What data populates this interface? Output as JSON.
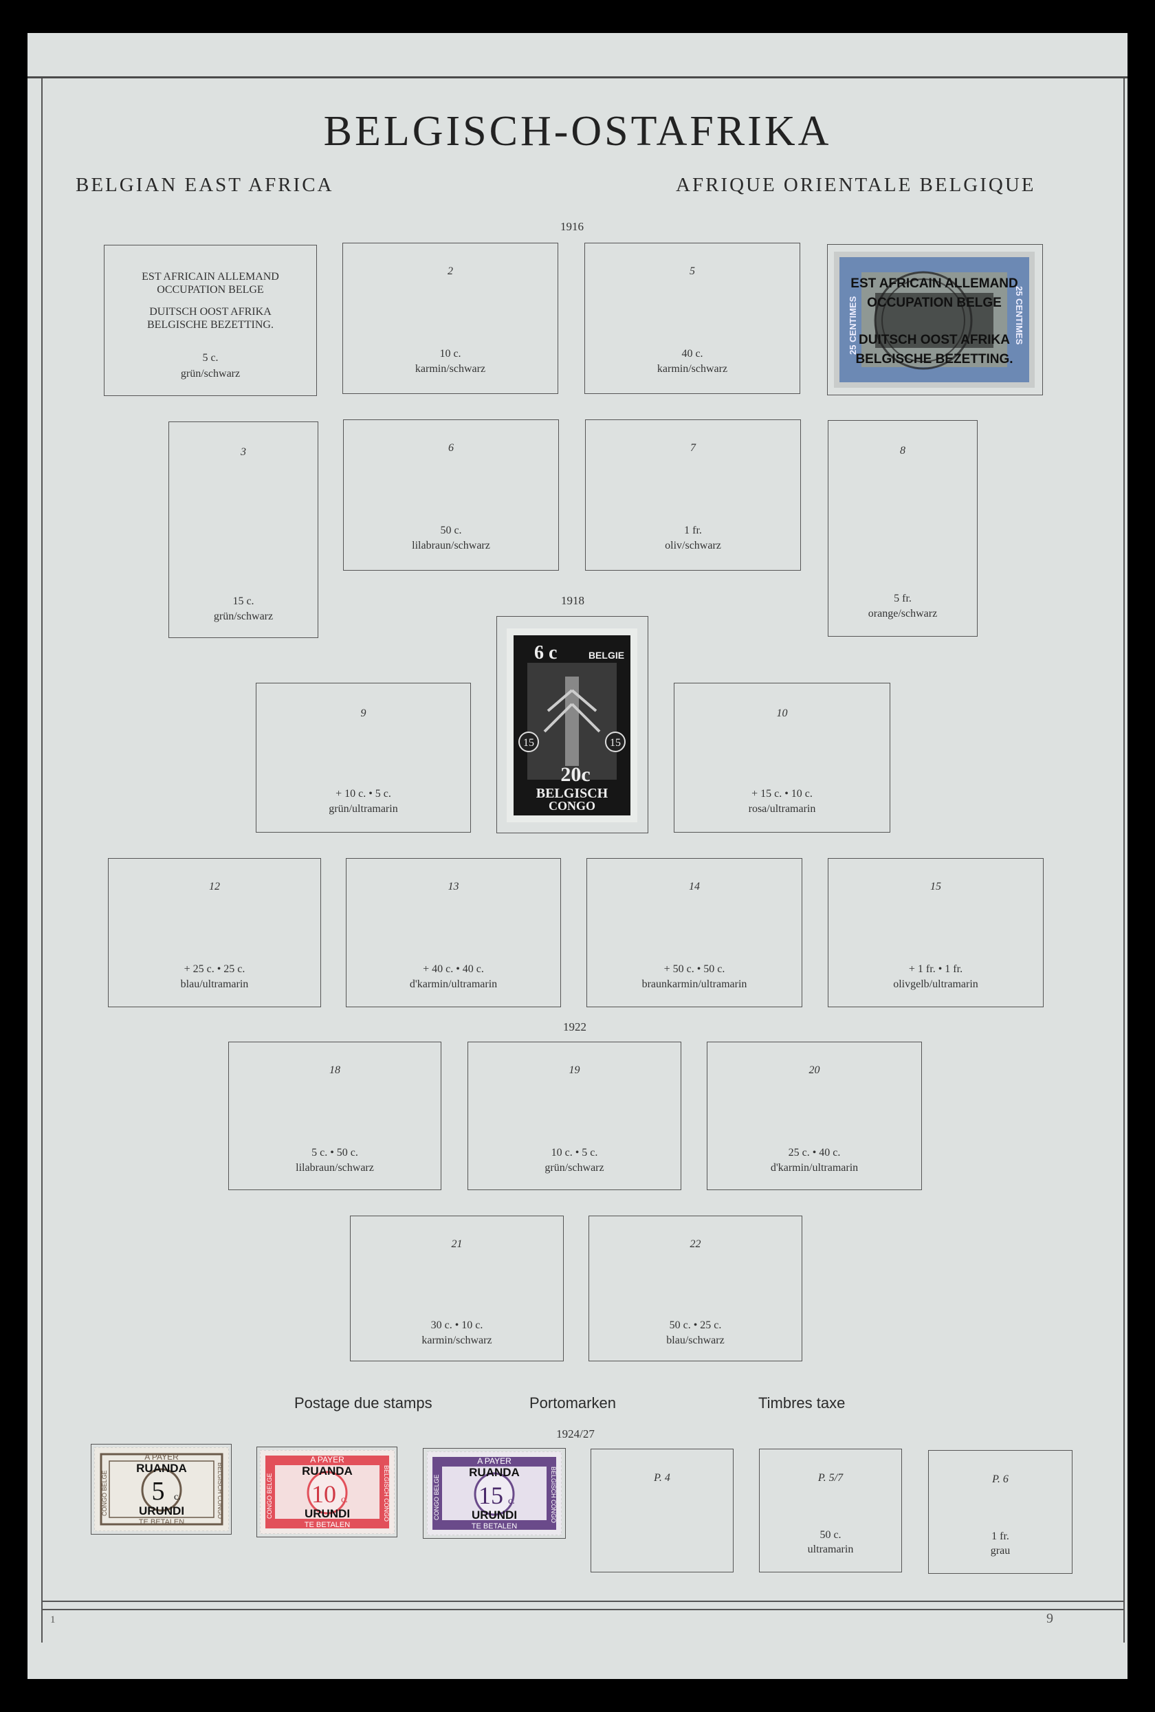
{
  "title": "BELGISCH-OSTAFRIKA",
  "subtitle_en": "BELGIAN EAST AFRICA",
  "subtitle_fr": "AFRIQUE ORIENTALE BELGIQUE",
  "years": [
    "1916",
    "1918",
    "1922",
    "1924/27"
  ],
  "first_box": {
    "overprint_line1": "EST AFRICAIN ALLEMAND",
    "overprint_line2": "OCCUPATION BELGE",
    "overprint_line3": "DUITSCH OOST AFRIKA",
    "overprint_line4": "BELGISCHE BEZETTING.",
    "value": "5 c.",
    "color": "grün/schwarz"
  },
  "boxes": [
    {
      "num": "2",
      "value": "10 c.",
      "color": "karmin/schwarz"
    },
    {
      "num": "5",
      "value": "40 c.",
      "color": "karmin/schwarz"
    },
    {
      "num": "3",
      "value": "15 c.",
      "color": "grün/schwarz"
    },
    {
      "num": "6",
      "value": "50 c.",
      "color": "lilabraun/schwarz"
    },
    {
      "num": "7",
      "value": "1 fr.",
      "color": "oliv/schwarz"
    },
    {
      "num": "8",
      "value": "5 fr.",
      "color": "orange/schwarz"
    },
    {
      "num": "9",
      "value": "+ 10 c. • 5 c.",
      "color": "grün/ultramarin"
    },
    {
      "num": "10",
      "value": "+ 15 c. • 10 c.",
      "color": "rosa/ultramarin"
    },
    {
      "num": "12",
      "value": "+ 25 c. • 25 c.",
      "color": "blau/ultramarin"
    },
    {
      "num": "13",
      "value": "+ 40 c. • 40 c.",
      "color": "d'karmin/ultramarin"
    },
    {
      "num": "14",
      "value": "+ 50 c. • 50 c.",
      "color": "braunkarmin/ultramarin"
    },
    {
      "num": "15",
      "value": "+ 1 fr. • 1 fr.",
      "color": "olivgelb/ultramarin"
    },
    {
      "num": "18",
      "value": "5 c. • 50 c.",
      "color": "lilabraun/schwarz"
    },
    {
      "num": "19",
      "value": "10 c. • 5 c.",
      "color": "grün/schwarz"
    },
    {
      "num": "20",
      "value": "25 c. • 40 c.",
      "color": "d'karmin/ultramarin"
    },
    {
      "num": "21",
      "value": "30 c. • 10 c.",
      "color": "karmin/schwarz"
    },
    {
      "num": "22",
      "value": "50 c. • 25 c.",
      "color": "blau/schwarz"
    }
  ],
  "postage_due": {
    "en": "Postage due stamps",
    "de": "Portomarken",
    "fr": "Timbres taxe",
    "boxes": [
      {
        "num": "P. 4",
        "value": "",
        "color": ""
      },
      {
        "num": "P. 5/7",
        "value": "50 c.",
        "color": "ultramarin"
      },
      {
        "num": "P. 6",
        "value": "1 fr.",
        "color": "grau"
      }
    ]
  },
  "stamps": {
    "s1916": {
      "ovl1": "EST AFRICAIN ALLEMAND",
      "ovl2": "OCCUPATION BELGE",
      "ovl3": "DUITSCH OOST AFRIKA",
      "ovl4": "BELGISCHE BEZETTING.",
      "side_left": "25 CENTIMES",
      "side_right": "25 CENTIMES",
      "colors": {
        "frame": "#5578a8",
        "center": "#3a3a3a"
      }
    },
    "s1918": {
      "top_value": "6 c",
      "top_text": "BELGIE",
      "left_value": "15",
      "right_value": "15",
      "bottom_value": "20c",
      "bottom_line1": "BELGISCH",
      "bottom_line2": "CONGO",
      "colors": {
        "ink": "#111111"
      }
    },
    "due": [
      {
        "top": "A PAYER",
        "l1": "RUANDA",
        "value": "5",
        "unit": "c.",
        "l2": "URUNDI",
        "bottom": "TE BETALEN",
        "side_left": "CONGO BELGE",
        "side_right": "BELGISCH CONGO",
        "color": "#6b5a4a"
      },
      {
        "top": "A PAYER",
        "l1": "RUANDA",
        "value": "10",
        "unit": "c.",
        "l2": "URUNDI",
        "bottom": "TE BETALEN",
        "side_left": "CONGO BELGE",
        "side_right": "BELGISCH CONGO",
        "color": "#e2505a"
      },
      {
        "top": "A PAYER",
        "l1": "RUANDA",
        "value": "15",
        "unit": "c.",
        "l2": "URUNDI",
        "bottom": "TE BETALEN",
        "side_left": "CONGO BELGE",
        "side_right": "BELGISCH CONGO",
        "color": "#6a4a8a"
      }
    ]
  },
  "page_left": "1",
  "page_right": "9"
}
